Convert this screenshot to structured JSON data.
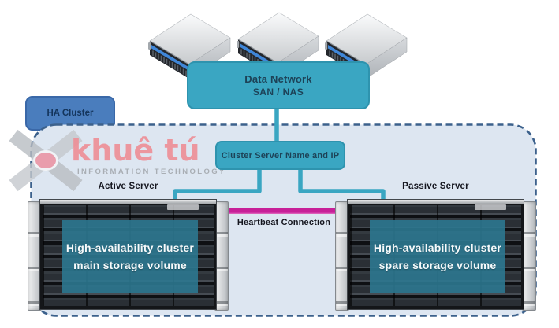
{
  "diagram": {
    "top_network": {
      "title": "Data Network",
      "subtitle": "SAN / NAS",
      "server_count": 3
    },
    "ha_cluster": {
      "tab_label": "HA Cluster",
      "cluster_server_box_label": "Cluster Server Name and IP",
      "heartbeat_label": "Heartbeat Connection",
      "servers": [
        {
          "role_label": "Active Server",
          "overlay": [
            "High-availability cluster",
            "main storage volume"
          ]
        },
        {
          "role_label": "Passive Server",
          "overlay": [
            "High-availability cluster",
            "spare storage volume"
          ]
        }
      ]
    }
  },
  "watermark": {
    "brand": "khuê tú",
    "tagline": "INFORMATION TECHNOLOGY"
  },
  "colors": {
    "teal": "#3aa6c2",
    "teal_dark": "#2e93ae",
    "box_text": "#1d4257",
    "tab_blue": "#4a7dbd",
    "tab_border": "#3a68a8",
    "tab_text": "#14355c",
    "container_fill": "#dde6f1",
    "dash_border": "#3c618c",
    "heartbeat_pink": "#c72098",
    "overlay_teal": "rgba(44,120,144,0.9)",
    "label_text": "#15161f",
    "brand_pink": "#ee8e96",
    "tagline_gray": "#a9aeb4"
  }
}
